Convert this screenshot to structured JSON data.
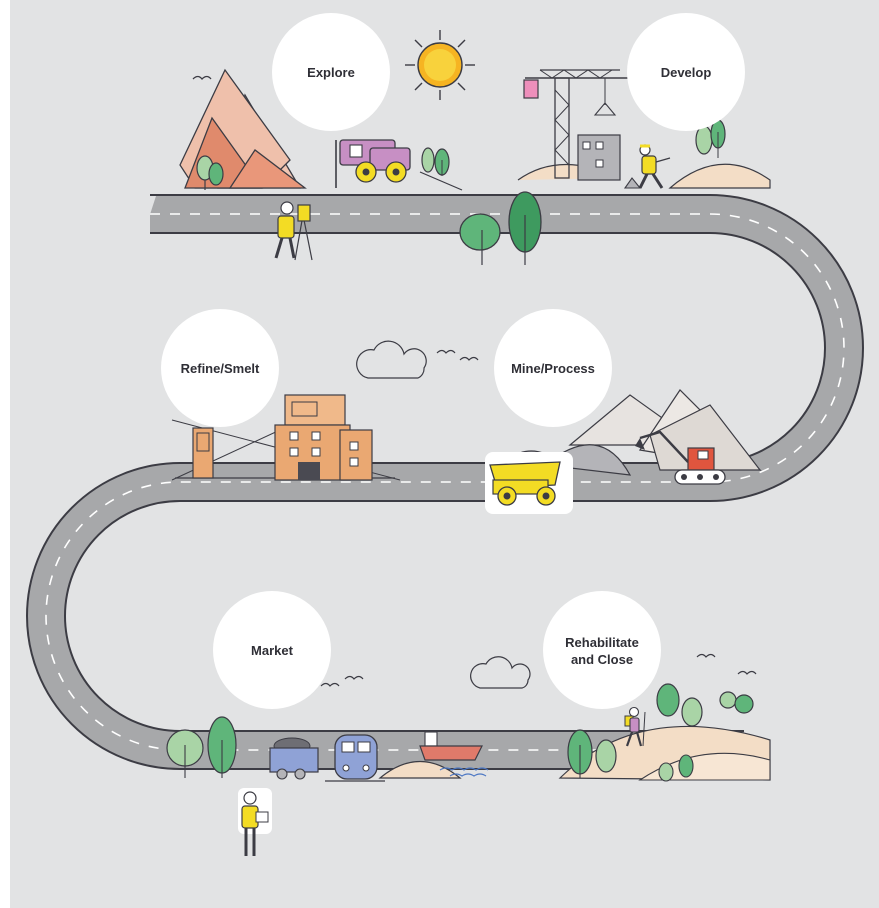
{
  "stages": {
    "explore": "Explore",
    "develop": "Develop",
    "refine": "Refine/Smelt",
    "mine": "Mine/Process",
    "market": "Market",
    "rehab_line1": "Rehabilitate",
    "rehab_line2": "and Close"
  },
  "colors": {
    "background": "#e2e3e4",
    "road": "#a7a8aa",
    "road_outline": "#3c3c44",
    "lane_marking": "#ffffff",
    "stage_circle": "#ffffff",
    "worker_yellow": "#f3dc24",
    "tree_green": "#5fb57a",
    "mountain_orange": "#e08a6c",
    "building_orange": "#eaa872",
    "machine_purple": "#c78fc4",
    "excavator_red": "#e0553e",
    "train_blue": "#8fa2d6",
    "sand": "#f3ddc6"
  },
  "icons": [
    "sun-icon",
    "bird-icon",
    "cloud-icon",
    "tree-icon",
    "mountain-icon",
    "drill-rig-icon",
    "crane-icon",
    "surveyor-icon",
    "worker-icon",
    "smelter-icon",
    "haul-truck-icon",
    "excavator-icon",
    "ore-wagon-icon",
    "train-icon",
    "ship-icon",
    "hiker-icon"
  ]
}
